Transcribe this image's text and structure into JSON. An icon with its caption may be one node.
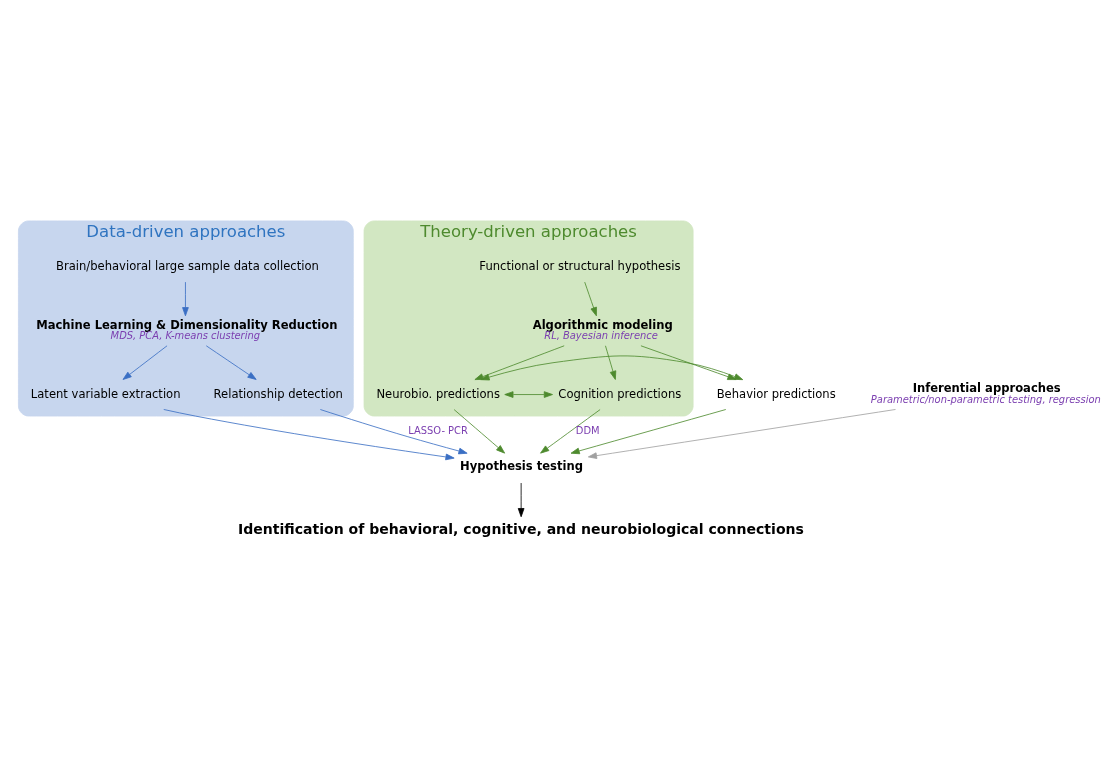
{
  "diagram": {
    "nodes": [
      {
        "text": [
          "Data-driven approaches"
        ]
      },
      {
        "text": [
          "Brain/behavioral large sample data collection"
        ],
        "in": 0
      },
      {
        "text": [
          "Machine Learning & Dimensionality Reduction",
          "MDS, PCA, K-means clustering"
        ],
        "in": 0
      },
      {
        "text": [
          "Latent variable extraction"
        ],
        "in": 0
      },
      {
        "text": [
          "Relationship detection"
        ],
        "in": 0
      },
      {
        "text": [
          "Theory-driven approaches"
        ]
      },
      {
        "text": [
          "Functional or structural hypothesis"
        ],
        "in": 5
      },
      {
        "text": [
          "Algorithmic modeling",
          "RL, Bayesian inference"
        ],
        "in": 5
      },
      {
        "text": [
          "Behavior predictions"
        ]
      },
      {
        "text": [
          "Neurobio. predictions"
        ],
        "in": 5
      },
      {
        "text": [
          "Cognition predictions"
        ],
        "in": 5
      },
      {
        "text": [
          "Hypothesis testing"
        ]
      },
      {
        "text": [
          "Inferential approaches",
          "Parametric/non-parametric testing, regression"
        ]
      },
      {
        "text": [
          "Identification of behavioral, cognitive, and neurobiological connections"
        ]
      }
    ],
    "edges": [
      {
        "from": 1,
        "to": 2,
        "arrow": "to",
        "color": "#3a6fc4"
      },
      {
        "from": 2,
        "to": 3,
        "arrow": "to",
        "color": "#3a6fc4"
      },
      {
        "from": 2,
        "to": 4,
        "arrow": "to",
        "color": "#3a6fc4"
      },
      {
        "from": 3,
        "to": 11,
        "arrow": "to",
        "color": "#3a6fc4"
      },
      {
        "from": 4,
        "to": 11,
        "arrow": "to",
        "color": "#3a6fc4",
        "label": "LASSO- PCR"
      },
      {
        "from": 6,
        "to": 7,
        "arrow": "to"
      },
      {
        "from": 7,
        "to": 8,
        "arrow": "to"
      },
      {
        "from": 7,
        "to": 9,
        "arrow": "to"
      },
      {
        "from": 7,
        "to": 10,
        "arrow": "to"
      },
      {
        "from": 8,
        "to": 9,
        "arrow": "both"
      },
      {
        "from": 9,
        "to": 10,
        "arrow": "both"
      },
      {
        "from": 8,
        "to": 11,
        "arrow": "to"
      },
      {
        "from": 9,
        "to": 11,
        "arrow": "to"
      },
      {
        "from": 10,
        "to": 11,
        "arrow": "to",
        "label": "DDM"
      },
      {
        "from": 12,
        "to": 11,
        "arrow": "to",
        "color": "#a0a0a0"
      },
      {
        "from": 11,
        "to": 13,
        "arrow": "to",
        "color": "#000000"
      }
    ]
  }
}
